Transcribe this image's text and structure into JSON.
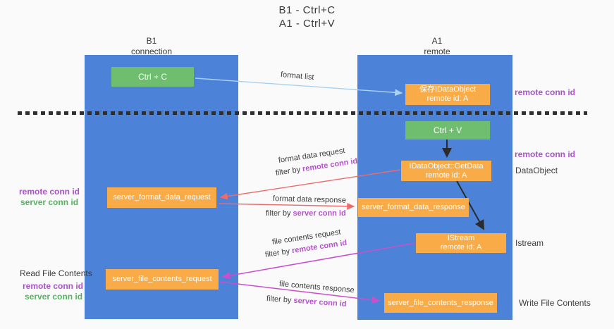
{
  "title": {
    "line1": "B1 - Ctrl+C",
    "line2": "A1 - Ctrl+V"
  },
  "columns": {
    "left": {
      "header_line1": "B1",
      "header_line2": "connection"
    },
    "right": {
      "header_line1": "A1",
      "header_line2": "remote"
    }
  },
  "nodes": {
    "ctrl_c": {
      "label": "Ctrl + C"
    },
    "ctrl_v": {
      "label": "Ctrl + V"
    },
    "save_dataobject": {
      "line1": "保存IDataObject",
      "line2": "remote id: A"
    },
    "getdata": {
      "line1": "IDataObject::GetData",
      "line2": "remote id: A"
    },
    "istream": {
      "line1": "IStream",
      "line2": "remote id: A"
    },
    "server_format_data_request": {
      "label": "server_format_data_request"
    },
    "server_format_data_response": {
      "label": "server_format_data_response"
    },
    "server_file_contents_request": {
      "label": "server_file_contents_request"
    },
    "server_file_contents_response": {
      "label": "server_file_contents_response"
    }
  },
  "edge_labels": {
    "format_list": "format list",
    "format_data_request": "format data request",
    "format_data_response": "format data response",
    "file_contents_request": "file contents request",
    "file_contents_response": "file contents response",
    "filter_by": "filter by ",
    "remote_conn_id": "remote conn id",
    "server_conn_id": "server conn id"
  },
  "side_labels": {
    "remote_conn_id": "remote conn id",
    "server_conn_id": "server conn id",
    "dataobject": "DataObject",
    "istream": "Istream",
    "read_file_contents": "Read File Contents",
    "write_file_contents": "Write File Contents"
  },
  "colors": {
    "background": "#fafafa",
    "column_blue": "#4c82d8",
    "node_orange": "#f8ab47",
    "node_green": "#6fbe70",
    "arrow_light_blue": "#a8d2f0",
    "arrow_red": "#ed6c6b",
    "arrow_magenta": "#cb4fcb",
    "arrow_black": "#2b2b2b",
    "text_purple": "#a853c6",
    "text_green": "#53b45e",
    "text_dark": "#3d3d3d"
  }
}
